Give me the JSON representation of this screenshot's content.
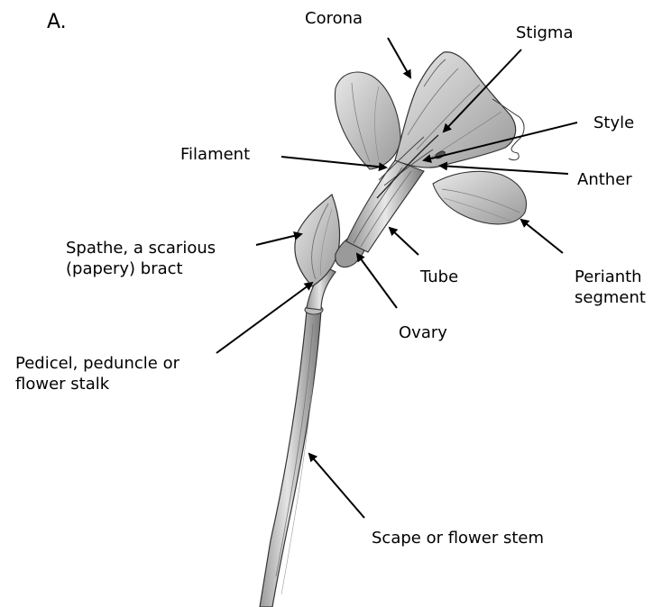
{
  "figure": {
    "panel_letter": "A.",
    "labels": {
      "corona": "Corona",
      "stigma": "Stigma",
      "style": "Style",
      "filament": "Filament",
      "anther": "Anther",
      "spathe": "Spathe, a scarious\n(papery) bract",
      "tube": "Tube",
      "perianth": "Perianth\nsegment",
      "ovary": "Ovary",
      "pedicel": "Pedicel, peduncle or\nflower stalk",
      "scape": "Scape or flower stem"
    }
  },
  "colors": {
    "ink": "#000000",
    "stem_fill": "#d4d4d4",
    "petal_fill": "#c9c9c9",
    "shade": "#8a8a8a"
  }
}
